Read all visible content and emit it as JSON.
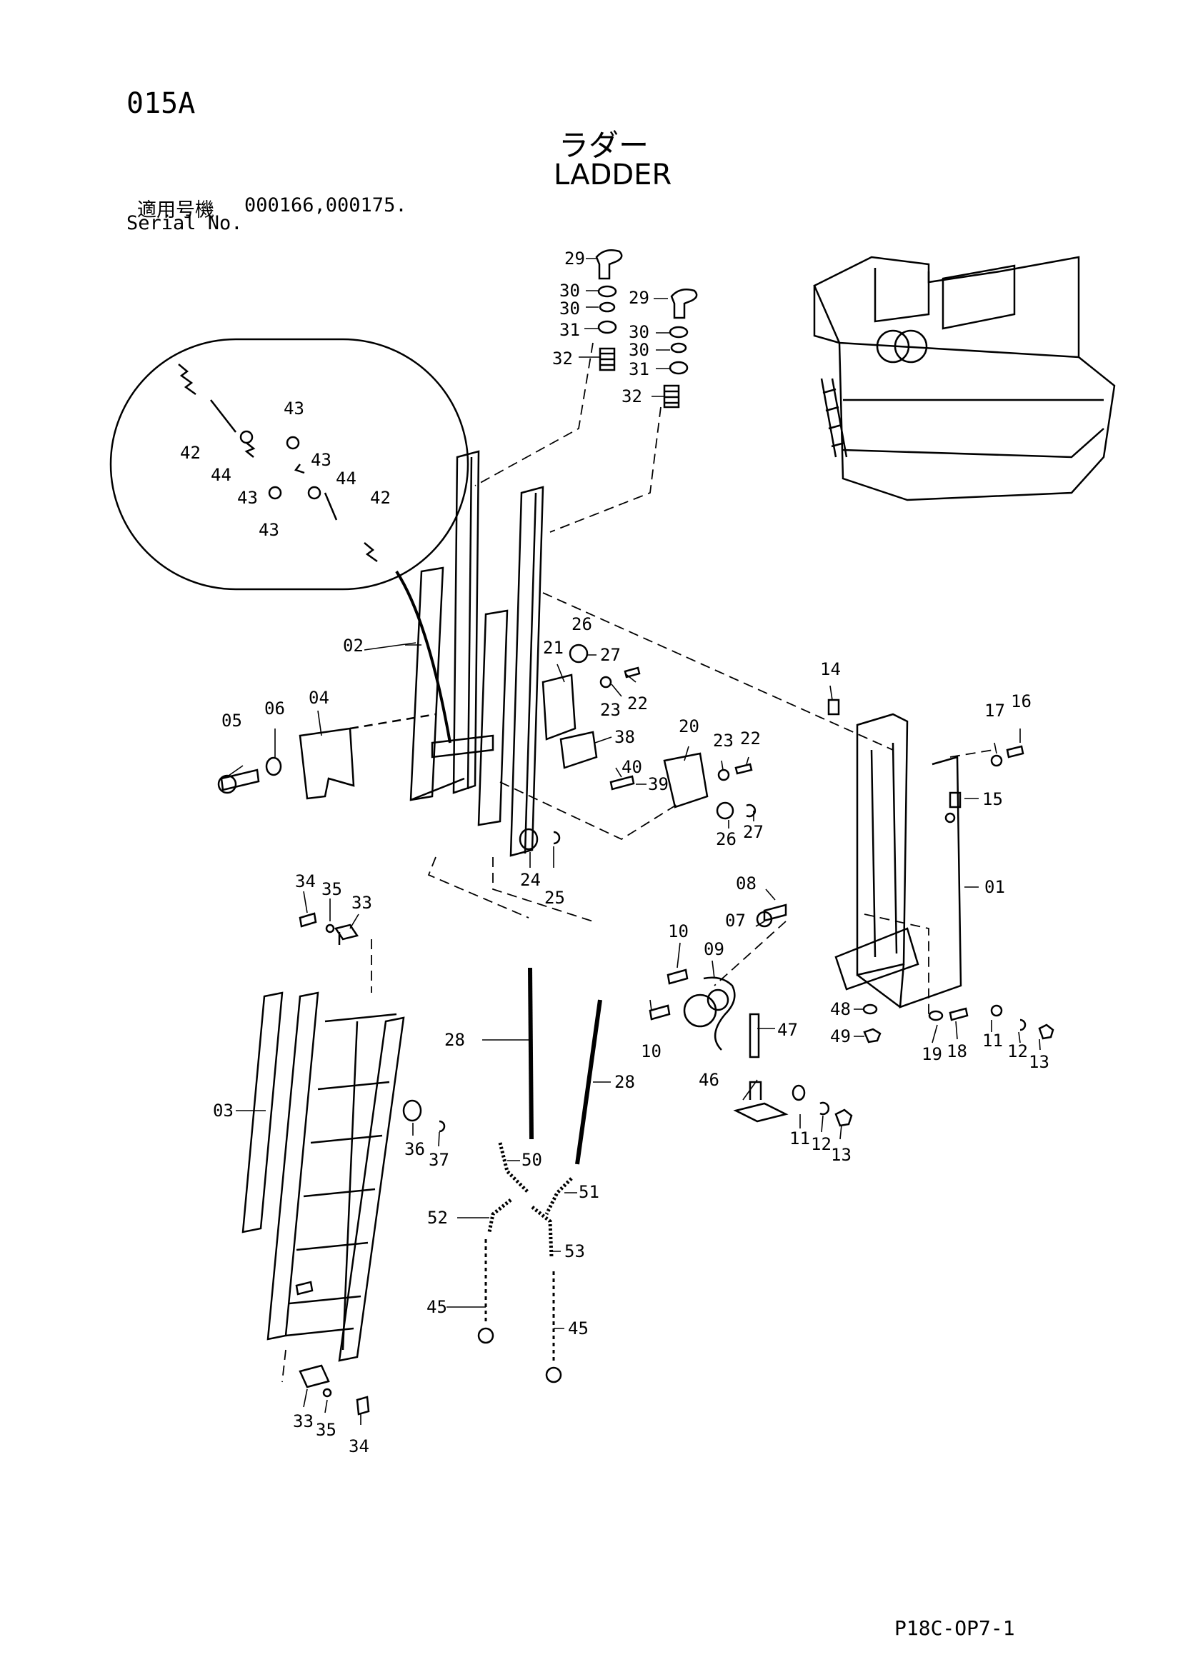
{
  "header": {
    "page_code": "015A",
    "title_jp": "ラダー",
    "title_en": "LADDER",
    "serial_label_jp": "適用号機",
    "serial_label_en": "Serial No.",
    "serial_numbers": "000166,000175."
  },
  "footer": {
    "doc_code": "P18C-OP7-1"
  },
  "callouts": [
    {
      "id": "c29a",
      "text": "29"
    },
    {
      "id": "c30a",
      "text": "30"
    },
    {
      "id": "c30b",
      "text": "30"
    },
    {
      "id": "c31a",
      "text": "31"
    },
    {
      "id": "c32a",
      "text": "32"
    },
    {
      "id": "c29b",
      "text": "29"
    },
    {
      "id": "c30c",
      "text": "30"
    },
    {
      "id": "c30d",
      "text": "30"
    },
    {
      "id": "c31b",
      "text": "31"
    },
    {
      "id": "c32b",
      "text": "32"
    },
    {
      "id": "c42a",
      "text": "42"
    },
    {
      "id": "c44a",
      "text": "44"
    },
    {
      "id": "c43a",
      "text": "43"
    },
    {
      "id": "c43b",
      "text": "43"
    },
    {
      "id": "c43c",
      "text": "43"
    },
    {
      "id": "c43d",
      "text": "43"
    },
    {
      "id": "c44b",
      "text": "44"
    },
    {
      "id": "c42b",
      "text": "42"
    },
    {
      "id": "c02",
      "text": "02"
    },
    {
      "id": "c05",
      "text": "05"
    },
    {
      "id": "c06",
      "text": "06"
    },
    {
      "id": "c04",
      "text": "04"
    },
    {
      "id": "c26a",
      "text": "26"
    },
    {
      "id": "c27a",
      "text": "27"
    },
    {
      "id": "c21",
      "text": "21"
    },
    {
      "id": "c22a",
      "text": "22"
    },
    {
      "id": "c23a",
      "text": "23"
    },
    {
      "id": "c38",
      "text": "38"
    },
    {
      "id": "c40",
      "text": "40"
    },
    {
      "id": "c39",
      "text": "39"
    },
    {
      "id": "c20",
      "text": "20"
    },
    {
      "id": "c23b",
      "text": "23"
    },
    {
      "id": "c22b",
      "text": "22"
    },
    {
      "id": "c26b",
      "text": "26"
    },
    {
      "id": "c27b",
      "text": "27"
    },
    {
      "id": "c24",
      "text": "24"
    },
    {
      "id": "c25",
      "text": "25"
    },
    {
      "id": "c14",
      "text": "14"
    },
    {
      "id": "c17",
      "text": "17"
    },
    {
      "id": "c16",
      "text": "16"
    },
    {
      "id": "c15",
      "text": "15"
    },
    {
      "id": "c01",
      "text": "01"
    },
    {
      "id": "c08",
      "text": "08"
    },
    {
      "id": "c07",
      "text": "07"
    },
    {
      "id": "c10a",
      "text": "10"
    },
    {
      "id": "c09",
      "text": "09"
    },
    {
      "id": "c10b",
      "text": "10"
    },
    {
      "id": "c47",
      "text": "47"
    },
    {
      "id": "c48",
      "text": "48"
    },
    {
      "id": "c49",
      "text": "49"
    },
    {
      "id": "c46",
      "text": "46"
    },
    {
      "id": "c11a",
      "text": "11"
    },
    {
      "id": "c12a",
      "text": "12"
    },
    {
      "id": "c13a",
      "text": "13"
    },
    {
      "id": "c19",
      "text": "19"
    },
    {
      "id": "c18",
      "text": "18"
    },
    {
      "id": "c11b",
      "text": "11"
    },
    {
      "id": "c12b",
      "text": "12"
    },
    {
      "id": "c13b",
      "text": "13"
    },
    {
      "id": "c34a",
      "text": "34"
    },
    {
      "id": "c35a",
      "text": "35"
    },
    {
      "id": "c33a",
      "text": "33"
    },
    {
      "id": "c03",
      "text": "03"
    },
    {
      "id": "c36",
      "text": "36"
    },
    {
      "id": "c37",
      "text": "37"
    },
    {
      "id": "c28a",
      "text": "28"
    },
    {
      "id": "c28b",
      "text": "28"
    },
    {
      "id": "c50",
      "text": "50"
    },
    {
      "id": "c51",
      "text": "51"
    },
    {
      "id": "c52",
      "text": "52"
    },
    {
      "id": "c53",
      "text": "53"
    },
    {
      "id": "c45a",
      "text": "45"
    },
    {
      "id": "c45b",
      "text": "45"
    },
    {
      "id": "c33b",
      "text": "33"
    },
    {
      "id": "c35b",
      "text": "35"
    },
    {
      "id": "c34b",
      "text": "34"
    }
  ]
}
